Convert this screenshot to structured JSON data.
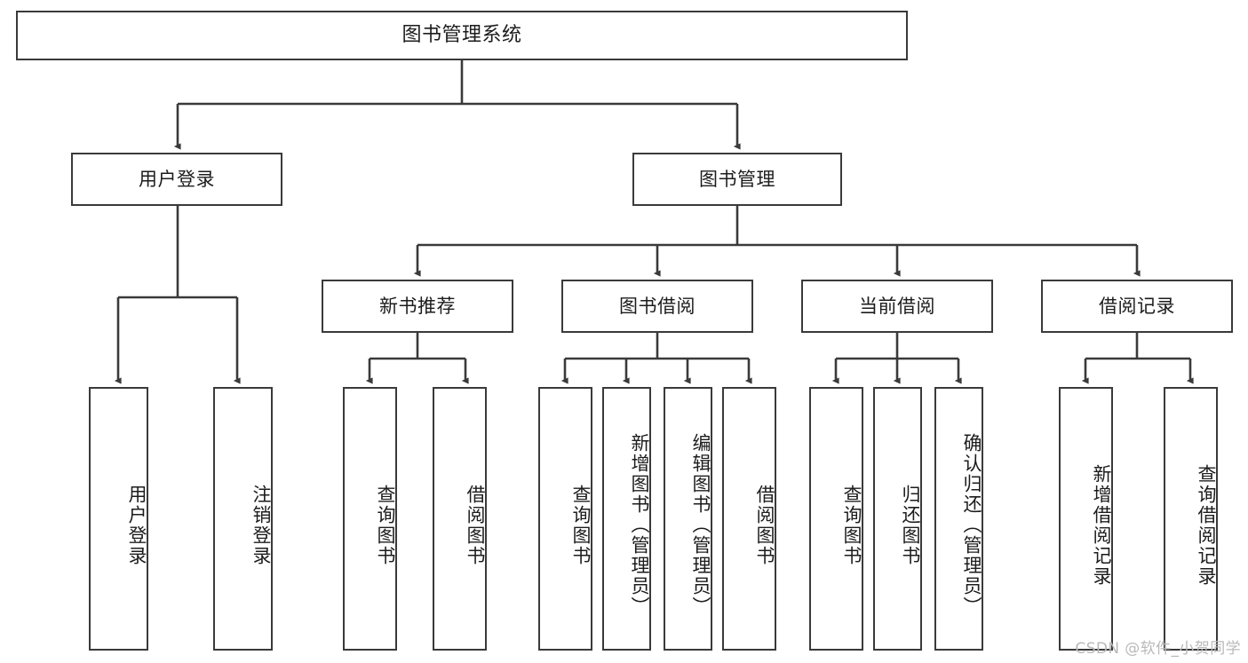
{
  "diagram": {
    "title": "图书管理系统",
    "type": "tree",
    "colors": {
      "border": "#3a3a3a",
      "background": "#ffffff",
      "text": "#1c1c1c",
      "watermark": "#b9b9b9"
    },
    "nodes": {
      "root": {
        "label": "图书管理系统"
      },
      "level2": [
        {
          "label": "用户登录"
        },
        {
          "label": "图书管理"
        }
      ],
      "level3": [
        {
          "label": "新书推荐"
        },
        {
          "label": "图书借阅"
        },
        {
          "label": "当前借阅"
        },
        {
          "label": "借阅记录"
        }
      ],
      "leaves": {
        "user_login": [
          {
            "label": "用户登录"
          },
          {
            "label": "注销登录"
          }
        ],
        "new_book_recommend": [
          {
            "label": "查询图书"
          },
          {
            "label": "借阅图书"
          }
        ],
        "book_borrow": [
          {
            "label": "查询图书"
          },
          {
            "label": "新增图书（管理员）"
          },
          {
            "label": "编辑图书（管理员）"
          },
          {
            "label": "借阅图书"
          }
        ],
        "current_borrow": [
          {
            "label": "查询图书"
          },
          {
            "label": "归还图书"
          },
          {
            "label": "确认归还（管理员）"
          }
        ],
        "borrow_record": [
          {
            "label": "新增借阅记录"
          },
          {
            "label": "查询借阅记录"
          }
        ]
      }
    },
    "watermark": "CSDN @软件_小贺同学"
  }
}
